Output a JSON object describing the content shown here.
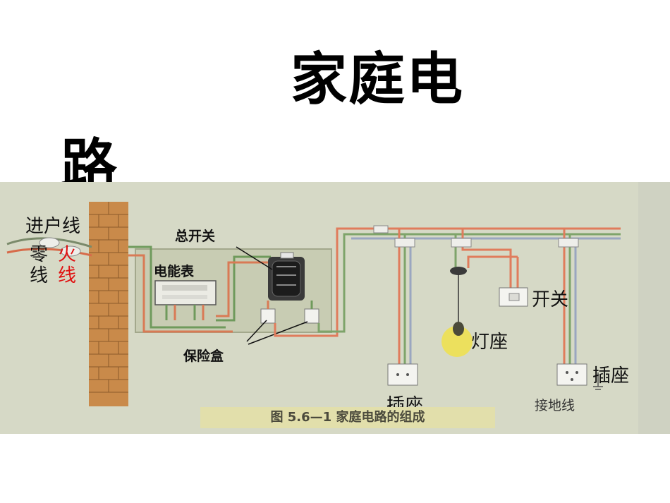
{
  "title": {
    "line1": "家庭电",
    "line2": "路"
  },
  "figure_labels": {
    "incoming_line": "进户线",
    "neutral_wire": "零\n线",
    "live_wire": "火\n线",
    "main_switch": "总开关",
    "meter": "电能表",
    "fuse_box": "保险盒",
    "switch": "开关",
    "lamp_socket": "灯座",
    "socket_left": "插座",
    "socket_right": "插座",
    "ground_wire": "接地线",
    "caption": "图 5.6—1  家庭电路的组成"
  }
}
